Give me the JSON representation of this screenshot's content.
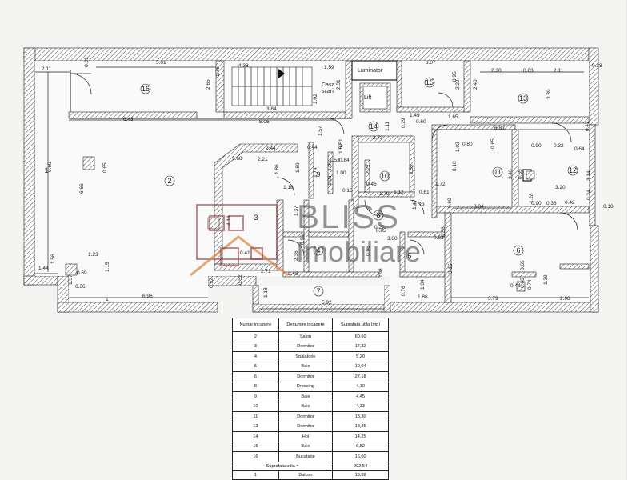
{
  "rooms": {
    "r1": "1",
    "r2": "2",
    "r3": "3",
    "r4": "4",
    "r5": "5",
    "r6": "6",
    "r7": "7",
    "r8": "8",
    "r9": "9",
    "r10": "10",
    "r11": "11",
    "r12": "12",
    "r13": "13",
    "r14": "14",
    "r15": "15",
    "r16": "16"
  },
  "labels": {
    "casa_scarii_1": "Casa",
    "casa_scarii_2": "scarii",
    "luminator": "Luminator",
    "lift": "Lift"
  },
  "dimensions": [
    "2.11",
    "0.31",
    "5.01",
    "4.38",
    "1.59",
    "3.07",
    "2.30",
    "0.63",
    "2.11",
    "0.38",
    "2.65",
    "1.76",
    "2.31",
    "1.02",
    "0.95",
    "2.22",
    "2.40",
    "1.49",
    "3.39",
    "3.84",
    "0.60",
    "0.29",
    "1.65",
    "5.06",
    "1.57",
    "1.11",
    "6.89",
    "6.43",
    "0.42",
    "2.73",
    "0.90",
    "0.32",
    "0.64",
    "0.44",
    "1.00",
    "0.51",
    "2.44",
    "1.59",
    "2.21",
    "1.68",
    "1.80",
    "1.53",
    "0.80",
    "1.02",
    "9.60",
    "0.65",
    "0.65",
    "1.86",
    "0.84",
    "1.74",
    "2.22",
    "2.59",
    "1.72",
    "0.10",
    "3.46",
    "0.65",
    "3.14",
    "1.00",
    "6.66",
    "1.18",
    "1.08",
    "0.16",
    "0.46",
    "1.79",
    "1.12",
    "0.61",
    "3.20",
    "0.24",
    "1.37",
    "4.14",
    "3.34",
    "1.28",
    "0.90",
    "0.38",
    "0.42",
    "0.18",
    "0.60",
    "1.79",
    "0.85",
    "3.80",
    "0.27",
    "1.47",
    "0.63",
    "0.36",
    "1.23",
    "0.41",
    "2.36",
    "0.96",
    "0.96",
    "1.15",
    "3.15",
    "1.44",
    "1.56",
    "0.69",
    "1.37",
    "0.66",
    "0.92",
    "2.71",
    "2.48",
    "0.65",
    "0.98",
    "0.44",
    "0.66",
    "0.74",
    "1.39",
    "6.96",
    "0.52",
    "1.18",
    "1.04",
    "5.92",
    "0.76",
    "1.86",
    "3.79",
    "2.08",
    "1"
  ],
  "watermark": {
    "brand": "BLISS",
    "sub": "Imobiliare"
  },
  "table": {
    "headers": [
      "Numar incapere",
      "Denumire incapere",
      "Suprafata utila (mp)"
    ],
    "rows": [
      [
        "2",
        "Salon",
        "60,60"
      ],
      [
        "3",
        "Dormitor",
        "17,32"
      ],
      [
        "4",
        "Spalatorie",
        "5,20"
      ],
      [
        "5",
        "Baie",
        "10,04"
      ],
      [
        "6",
        "Dormitor",
        "27,18"
      ],
      [
        "8",
        "Dressing",
        "4,10"
      ],
      [
        "9",
        "Baie",
        "4,45"
      ],
      [
        "10",
        "Baie",
        "4,33"
      ],
      [
        "11",
        "Dormitor",
        "13,30"
      ],
      [
        "13",
        "Dormitor",
        "18,35"
      ],
      [
        "14",
        "Hol",
        "14,25"
      ],
      [
        "15",
        "Baie",
        "6,82"
      ],
      [
        "16",
        "Bucatarie",
        "16,60"
      ]
    ],
    "total_label": "Suprafata utila =",
    "total_value": "202,54",
    "balcon_row": [
      "1",
      "Balcon",
      "19,88"
    ]
  }
}
